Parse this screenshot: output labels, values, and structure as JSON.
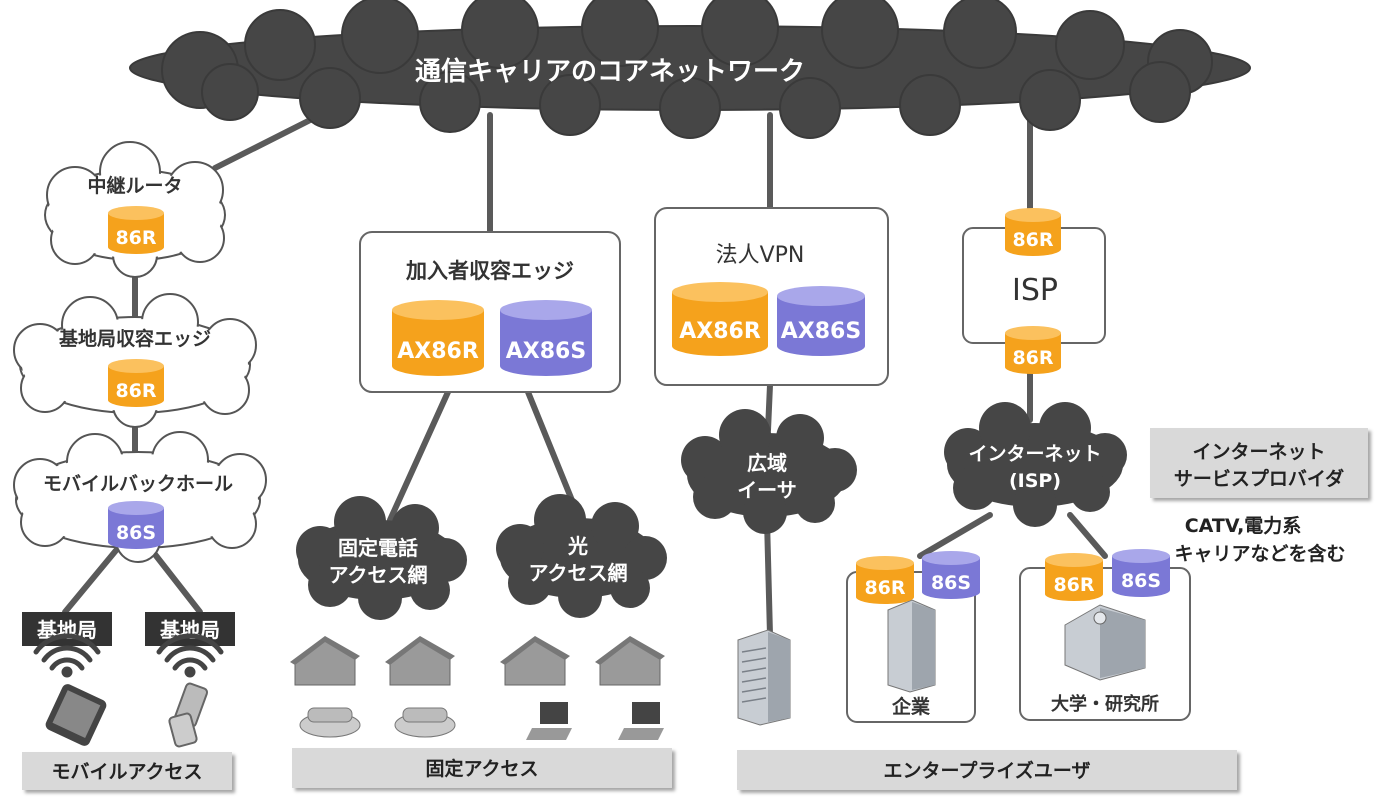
{
  "core": {
    "label": "通信キャリアのコアネットワーク"
  },
  "mobile": {
    "relay": "中継ルータ",
    "station_edge": "基地局収容エッジ",
    "backhaul": "モバイルバックホール",
    "base_station_1": "基地局",
    "base_station_2": "基地局",
    "footer": "モバイルアクセス"
  },
  "fixed": {
    "edge": "加入者収容エッジ",
    "phone_net_1": "固定電話",
    "phone_net_2": "アクセス網",
    "fiber_net_1": "光",
    "fiber_net_2": "アクセス網",
    "footer": "固定アクセス"
  },
  "enterprise": {
    "vpn": "法人VPN",
    "ether_1": "広域",
    "ether_2": "イーサ",
    "isp": "ISP",
    "internet_1": "インターネット",
    "internet_2": "(ISP)",
    "company": "企業",
    "university": "大学・研究所",
    "footer": "エンタープライズユーザ"
  },
  "isp_box": {
    "line1": "インターネット",
    "line2": "サービスプロバイダ"
  },
  "note": {
    "line1": "CATV,電力系",
    "line2": "キャリアなどを含む"
  },
  "products": {
    "r": "86R",
    "s": "86S",
    "ax_r": "AX86R",
    "ax_s": "AX86S"
  },
  "colors": {
    "cloud_dark": "#4a4a4a",
    "orange": "#f5a21c",
    "purple": "#7b78d6",
    "footer_bar": "#d9d9d9"
  }
}
